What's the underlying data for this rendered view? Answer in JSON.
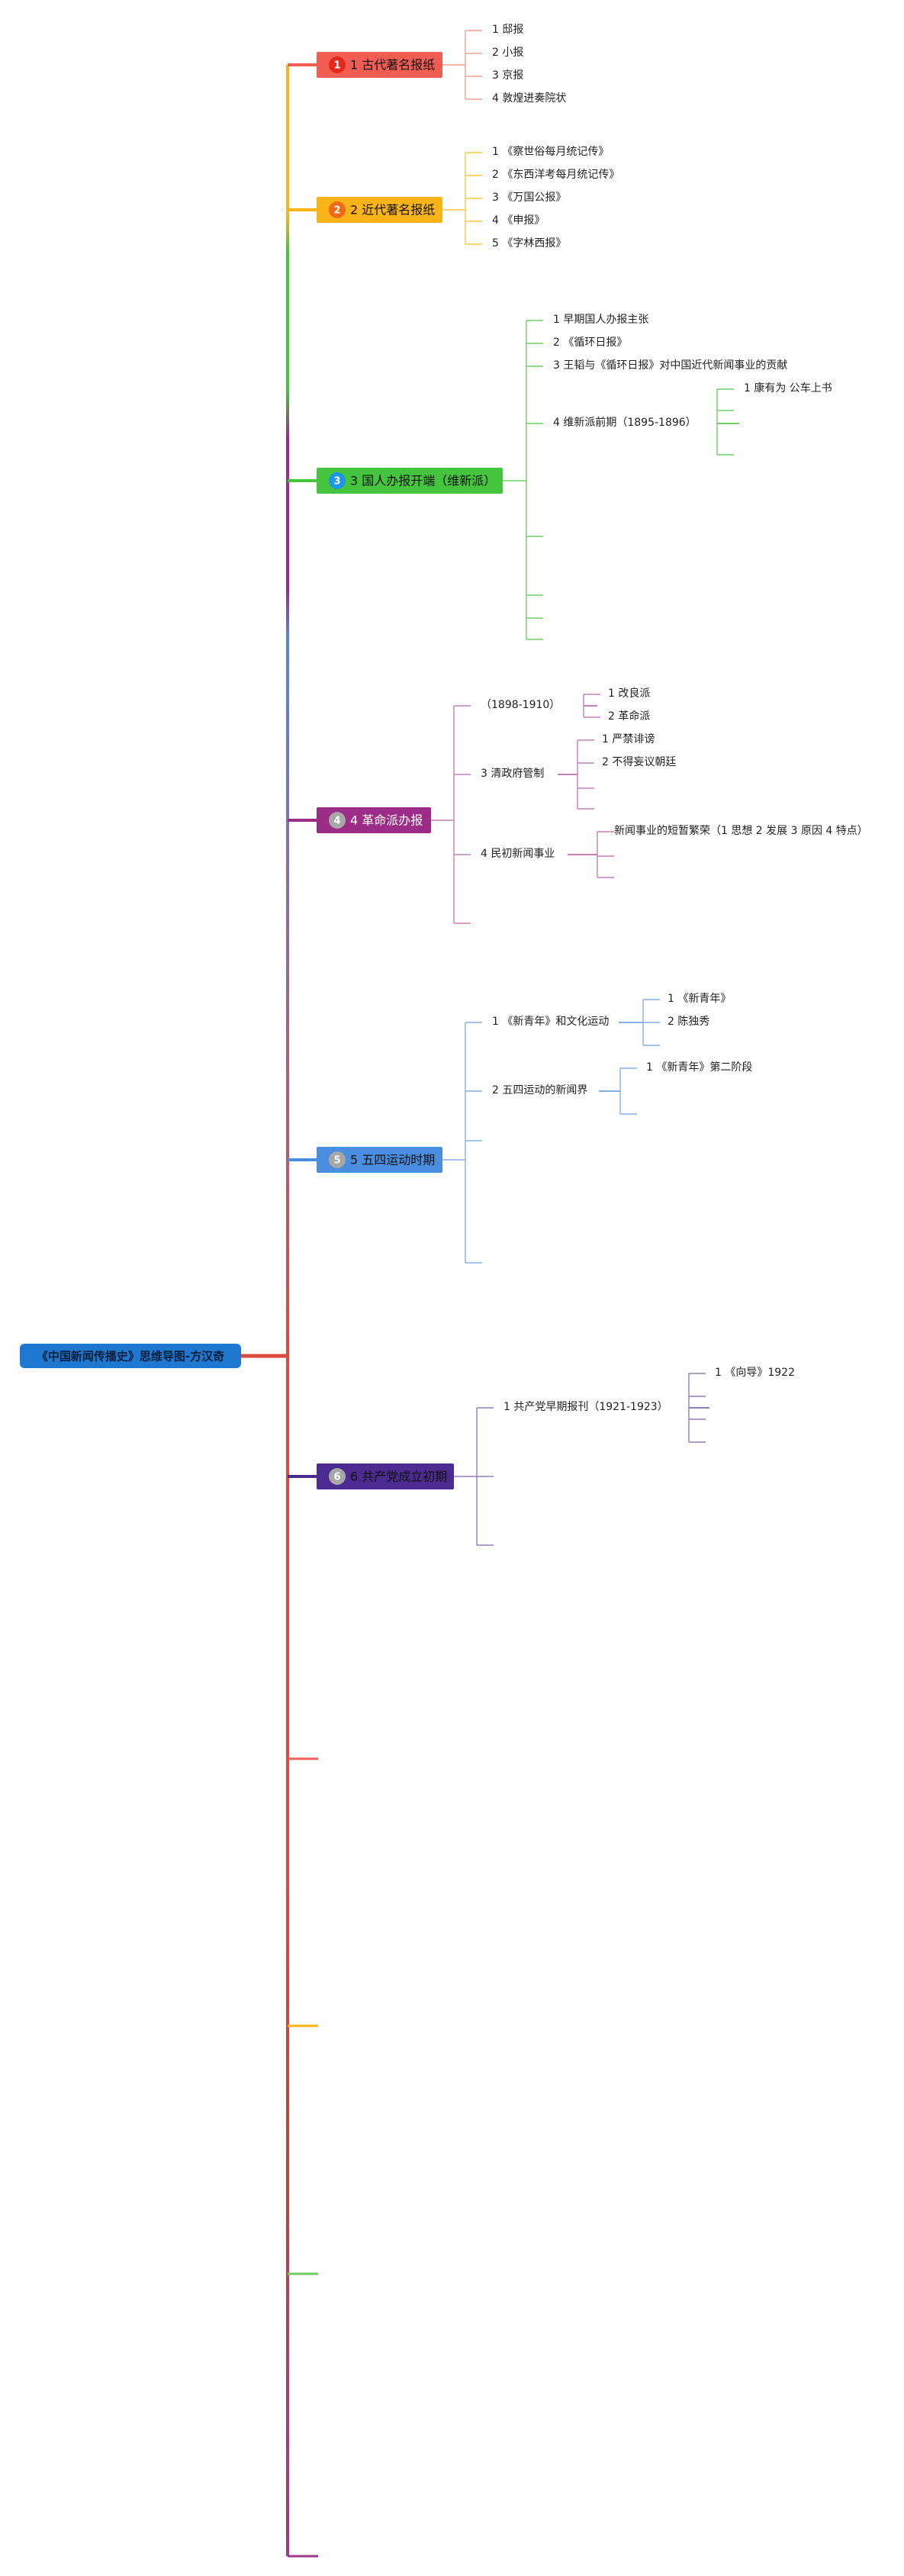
{
  "root": {
    "label": "《中国新闻传播史》思维导图-方汉奇"
  },
  "branches": [
    {
      "badge": "1",
      "label": "1 古代著名报纸",
      "colors": {
        "fill": "#f25d53",
        "line": "#f2a08f",
        "badge": "#e4281c",
        "text": "#111111"
      },
      "items": [
        {
          "label": "1 邸报"
        },
        {
          "label": "2 小报"
        },
        {
          "label": "3 京报"
        },
        {
          "label": "4 敦煌进奏院状"
        }
      ]
    },
    {
      "badge": "2",
      "label": "2 近代著名报纸",
      "colors": {
        "fill": "#fbb417",
        "line": "#f7c843",
        "badge": "#f06a17",
        "text": "#111111"
      },
      "items": [
        {
          "label": "1 《察世俗每月统记传》"
        },
        {
          "label": "2 《东西洋考每月统记传》"
        },
        {
          "label": "3 《万国公报》"
        },
        {
          "label": "4 《申报》"
        },
        {
          "label": "5 《字林西报》"
        }
      ]
    },
    {
      "badge": "3",
      "label": "3 国人办报开端（维新派）",
      "colors": {
        "fill": "#45c43e",
        "line": "#6fcf63",
        "badge": "#1e96e8",
        "text": "#111111"
      },
      "items": [
        {
          "label": "1 早期国人办报主张"
        },
        {
          "label": "2 《循环日报》"
        },
        {
          "label": "3 王韬与《循环日报》对中国近代新闻事业的贡献"
        },
        {
          "label": "4 维新派前期（1895-1896）",
          "children": [
            {
              "label": "1 康有为 公车上书"
            },
            {
              "label": ""
            },
            {
              "label": ""
            }
          ]
        },
        {
          "label": ""
        },
        {
          "label": ""
        },
        {
          "label": ""
        },
        {
          "label": ""
        }
      ]
    },
    {
      "badge": "4",
      "label": "4 革命派办报",
      "colors": {
        "fill": "#9b2d86",
        "line": "#c37fb8",
        "badge": "#a7a7a7",
        "text": "#ffffff"
      },
      "items": [
        {
          "label": "（1898-1910）",
          "children": [
            {
              "label": "1 改良派"
            },
            {
              "label": "2 革命派"
            }
          ]
        },
        {
          "label": "3 清政府管制",
          "children": [
            {
              "label": "1 严禁诽谤"
            },
            {
              "label": "2 不得妄议朝廷"
            },
            {
              "label": ""
            },
            {
              "label": ""
            }
          ]
        },
        {
          "label": "4 民初新闻事业",
          "children": [
            {
              "label": "新闻事业的短暂繁荣（1 思想 2 发展 3 原因 4 特点）"
            },
            {
              "label": ""
            },
            {
              "label": ""
            }
          ]
        },
        {
          "label": ""
        }
      ]
    },
    {
      "badge": "5",
      "label": "5 五四运动时期",
      "colors": {
        "fill": "#4a8ee0",
        "line": "#86aee6",
        "badge": "#a7a7a7",
        "text": "#111111"
      },
      "items": [
        {
          "label": "1 《新青年》和文化运动",
          "children": [
            {
              "label": "1 《新青年》"
            },
            {
              "label": "2 陈独秀"
            },
            {
              "label": ""
            }
          ]
        },
        {
          "label": "2 五四运动的新闻界",
          "children": [
            {
              "label": "1 《新青年》第二阶段"
            },
            {
              "label": ""
            }
          ]
        },
        {
          "label": ""
        },
        {
          "label": ""
        }
      ]
    },
    {
      "badge": "6",
      "label": "6 共产党成立初期",
      "colors": {
        "fill": "#4b2b8f",
        "line": "#8f7dbc",
        "badge": "#a7a7a7",
        "text": "#111111"
      },
      "items": [
        {
          "label": "1 共产党早期报刊（1921-1923）",
          "children": [
            {
              "label": "1 《向导》1922"
            },
            {
              "label": ""
            },
            {
              "label": ""
            },
            {
              "label": ""
            }
          ]
        },
        {
          "label": ""
        },
        {
          "label": ""
        }
      ]
    }
  ],
  "trailing_stubs": [
    {
      "color": "#ea5f57"
    },
    {
      "color": "#fbb417"
    },
    {
      "color": "#6ccc63"
    },
    {
      "color": "#9b3a8e"
    }
  ],
  "colors": {
    "root_fill": "#1f78d0",
    "root_line": "#dc4a3f",
    "trunk": [
      "#f7b524",
      "#45c43e",
      "#9b2d86",
      "#5a86d4",
      "#dc4a3f",
      "#dc4a3f",
      "#b8453c",
      "#9b3a8e"
    ]
  }
}
